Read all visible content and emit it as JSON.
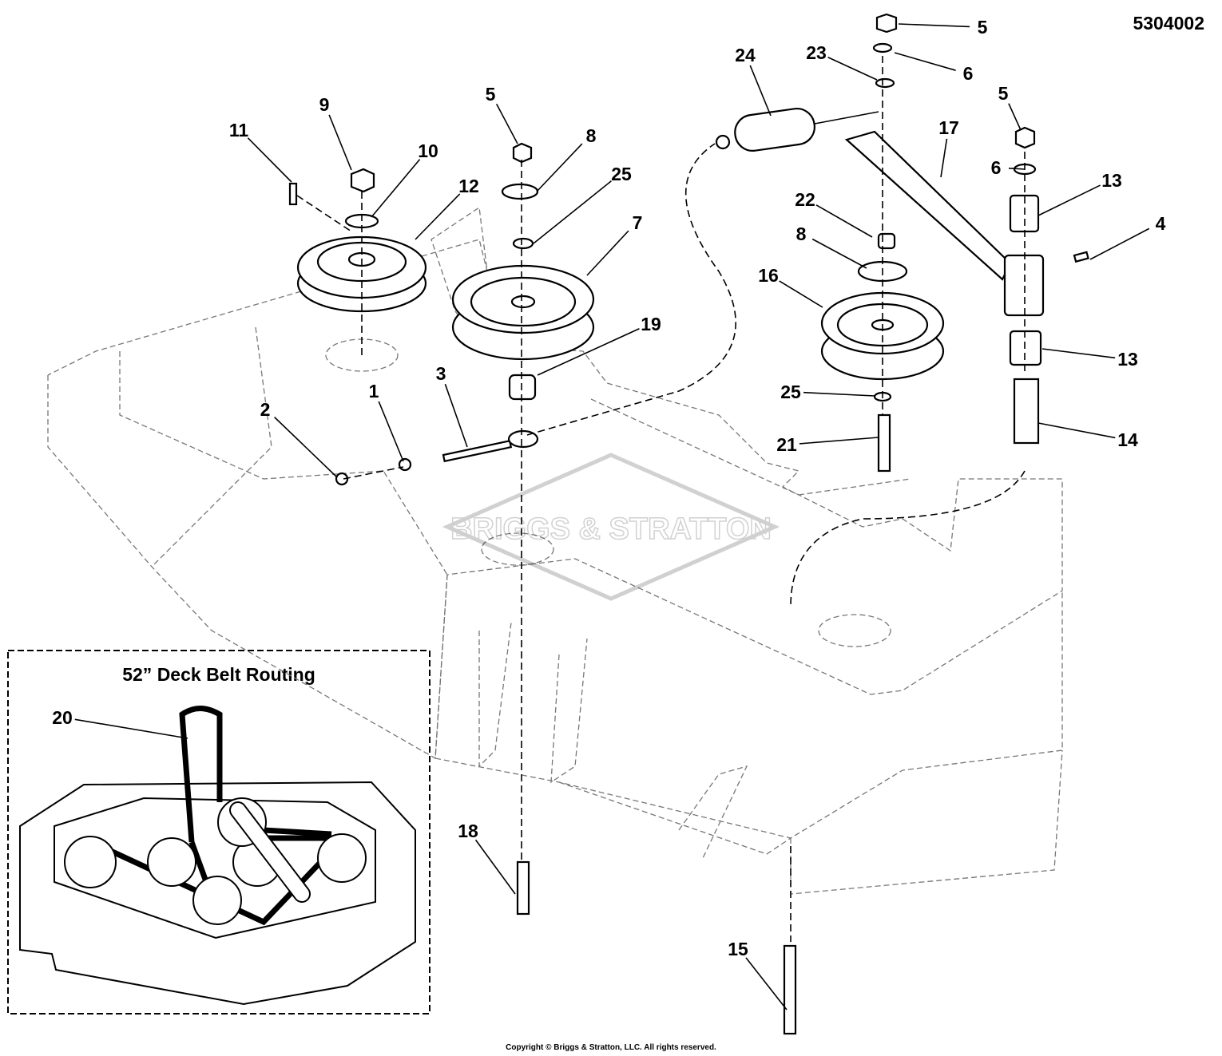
{
  "drawing_number": "5304002",
  "copyright": "Copyright © Briggs & Stratton, LLC. All rights reserved.",
  "watermark": "BRIGGS & STRATTON",
  "inset": {
    "title": "52” Deck Belt Routing"
  },
  "callouts": [
    "1",
    "2",
    "3",
    "4",
    "5",
    "5",
    "5",
    "6",
    "6",
    "7",
    "8",
    "8",
    "9",
    "10",
    "11",
    "12",
    "13",
    "13",
    "14",
    "15",
    "16",
    "17",
    "18",
    "19",
    "20",
    "21",
    "22",
    "23",
    "24",
    "25",
    "25"
  ]
}
